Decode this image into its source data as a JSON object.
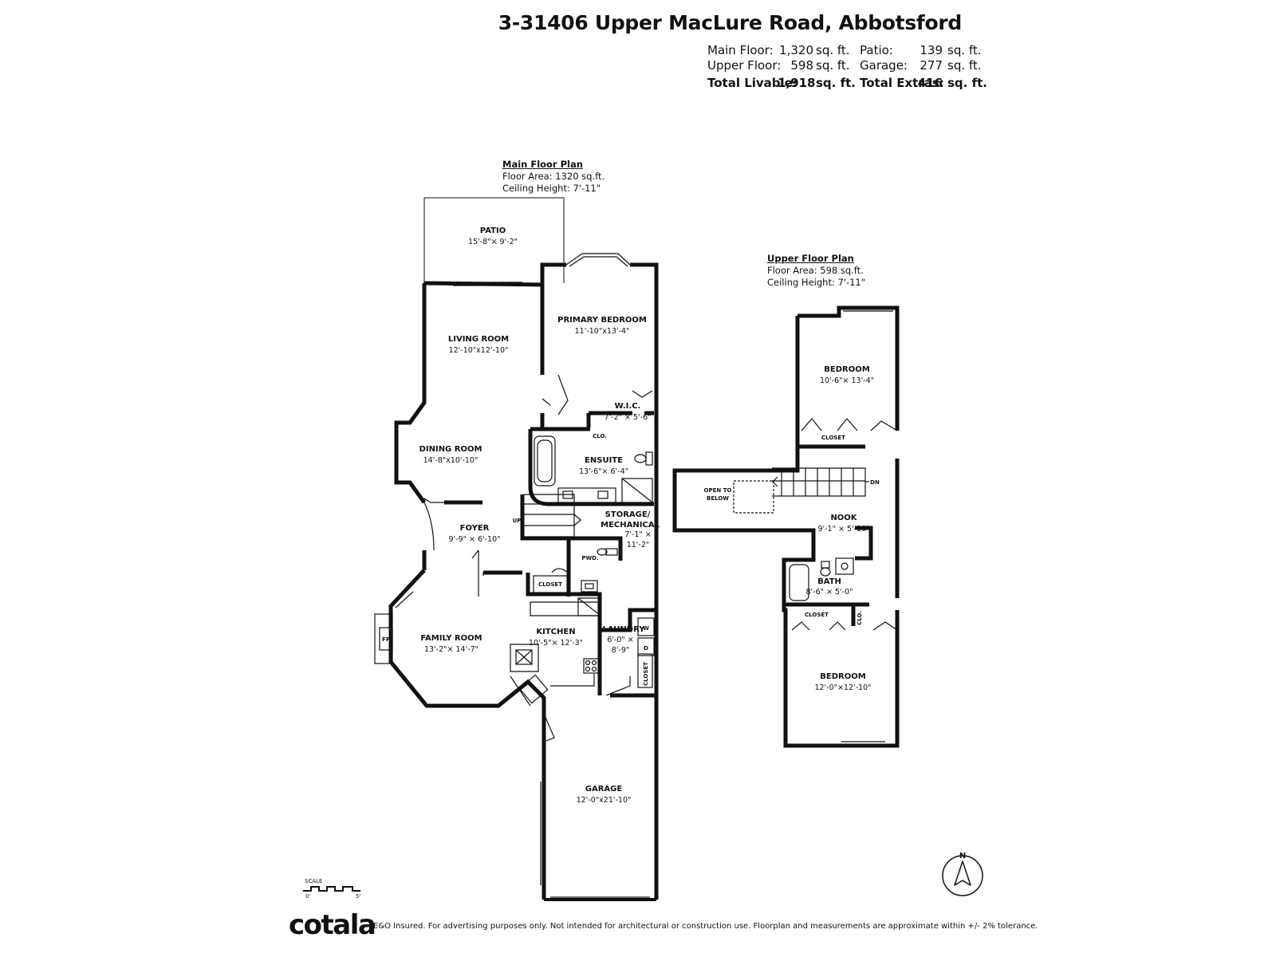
{
  "header": {
    "address": "3-31406 Upper MacLure Road, Abbotsford",
    "main_floor_label": "Main Floor:",
    "main_floor_value": "1,320",
    "upper_floor_label": "Upper Floor:",
    "upper_floor_value": "598",
    "unit": "sq. ft.",
    "patio_label": "Patio:",
    "patio_value": "139",
    "garage_label": "Garage:",
    "garage_value": "277",
    "total_livable_label": "Total Livable:",
    "total_livable_value": "1,918",
    "total_extras_label": "Total Extras:",
    "total_extras_value": "416"
  },
  "main_plan": {
    "title": "Main Floor Plan",
    "area": "Floor Area: 1320 sq.ft.",
    "ceiling": "Ceiling Height: 7'-11\"",
    "rooms": {
      "patio": {
        "name": "PATIO",
        "dim": "15'-8\"× 9'-2\""
      },
      "living": {
        "name": "LIVING ROOM",
        "dim": "12'-10\"x12'-10\""
      },
      "primary": {
        "name": "PRIMARY BEDROOM",
        "dim": "11'-10\"x13'-4\""
      },
      "wic": {
        "name": "W.I.C.",
        "dim": "7'-2\" × 5'-6\""
      },
      "clo": {
        "name": "CLO."
      },
      "dining": {
        "name": "DINING ROOM",
        "dim": "14'-8\"x10'-10\""
      },
      "ensuite": {
        "name": "ENSUITE",
        "dim": "13'-6\"× 6'-4\""
      },
      "storage": {
        "name1": "STORAGE/",
        "name2": "MECHANICAL",
        "dim1": "7'-1\" ×",
        "dim2": "11'-2\""
      },
      "foyer": {
        "name": "FOYER",
        "dim": "9'-9\" × 6'-10\""
      },
      "pwd": {
        "name": "PWD."
      },
      "closet": {
        "name": "CLOSET"
      },
      "family": {
        "name": "FAMILY ROOM",
        "dim": "13'-2\"× 14'-7\""
      },
      "fp": {
        "name": "FP"
      },
      "kitchen": {
        "name": "KITCHEN",
        "dim": "10'-5\"× 12'-3\""
      },
      "laundry": {
        "name": "LAUNDRY",
        "dim1": "6'-0\" ×",
        "dim2": "8'-9\""
      },
      "washer": {
        "name": "W"
      },
      "dryer": {
        "name": "D"
      },
      "closet2": {
        "name": "CLOSET"
      },
      "garage": {
        "name": "GARAGE",
        "dim": "12'-0\"x21'-10\""
      },
      "up": "UP"
    }
  },
  "upper_plan": {
    "title": "Upper Floor Plan",
    "area": "Floor Area: 598 sq.ft.",
    "ceiling": "Ceiling Height: 7'-11\"",
    "rooms": {
      "bedroom1": {
        "name": "BEDROOM",
        "dim": "10'-6\"× 13'-4\""
      },
      "closet1": {
        "name": "CLOSET"
      },
      "open1": "OPEN TO",
      "open2": "BELOW",
      "dn": "DN",
      "nook": {
        "name": "NOOK",
        "dim": "9'-1\" × 5'-10\""
      },
      "bath": {
        "name": "BATH",
        "dim": "8'-6\" × 5'-0\""
      },
      "closet2": {
        "name": "CLOSET"
      },
      "clo": {
        "name": "CLO."
      },
      "bedroom2": {
        "name": "BEDROOM",
        "dim": "12'-0\"×12'-10\""
      }
    }
  },
  "scale": {
    "label": "SCALE",
    "min": "0'",
    "max": "5'"
  },
  "compass": {
    "letter": "N"
  },
  "footer": {
    "logo": "cotala",
    "disclaimer": "E&O Insured. For advertising purposes only. Not intended for architectural or construction use. Floorplan and measurements are approximate within +/- 2% tolerance."
  }
}
